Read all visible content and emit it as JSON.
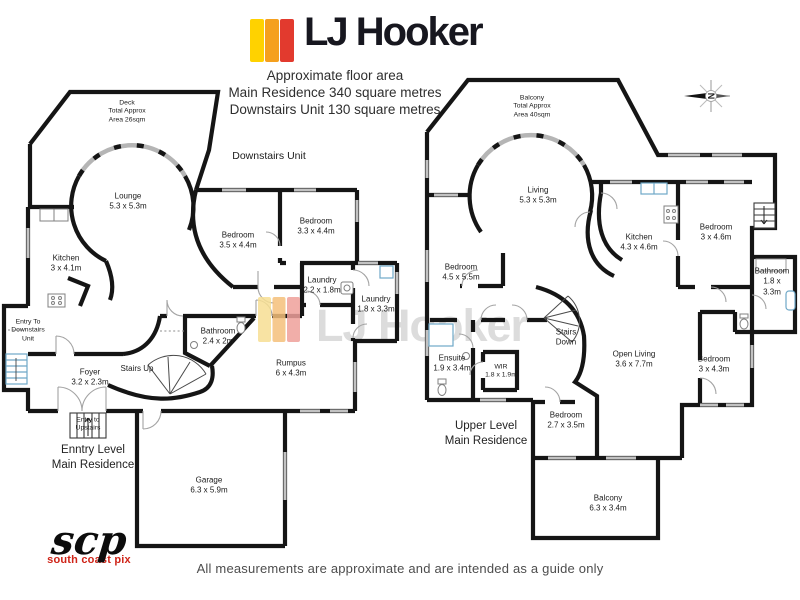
{
  "header": {
    "brand": "LJ Hooker",
    "logo_bar_colors": [
      "#FFD200",
      "#F5A01E",
      "#E23A2E"
    ],
    "subtitle": "Approximate floor area\nMain Residence 340 square metres\nDownstairs Unit 130 square metres"
  },
  "watermark": {
    "text": "LJ Hooker"
  },
  "compass": {
    "direction_label": "N"
  },
  "left_plan": {
    "section_label": "Downstairs Unit",
    "level_label": "Enntry Level\nMain Residence",
    "rooms": [
      {
        "id": "deck",
        "text": "Deck\nTotal Approx\nArea 26sqm"
      },
      {
        "id": "lounge",
        "text": "Lounge\n5.3 x 5.3m"
      },
      {
        "id": "kitchen",
        "text": "Kitchen\n3 x 4.1m"
      },
      {
        "id": "bedroom-a",
        "text": "Bedroom\n3.5 x 4.4m"
      },
      {
        "id": "bedroom-b",
        "text": "Bedroom\n3.3 x 4.4m"
      },
      {
        "id": "laundry-a",
        "text": "Laundry\n2.2 x 1.8m"
      },
      {
        "id": "laundry-b",
        "text": "Laundry\n1.8 x 3.3m"
      },
      {
        "id": "bathroom",
        "text": "Bathroom\n2.4 x 2m"
      },
      {
        "id": "rumpus",
        "text": "Rumpus\n6 x 4.3m"
      },
      {
        "id": "foyer",
        "text": "Foyer\n3.2 x 2.3m"
      },
      {
        "id": "stairs-up",
        "text": "Stairs Up"
      },
      {
        "id": "entry-downstairs",
        "text": "Entry To\nDownstairs\nUnit"
      },
      {
        "id": "entry-upstairs",
        "text": "Entry to\nUpstairs"
      },
      {
        "id": "garage",
        "text": "Garage\n6.3 x 5.9m"
      }
    ]
  },
  "right_plan": {
    "level_label": "Upper Level\nMain Residence",
    "rooms": [
      {
        "id": "balcony-top",
        "text": "Balcony\nTotal Approx\nArea 40sqm"
      },
      {
        "id": "living",
        "text": "Living\n5.3 x 5.3m"
      },
      {
        "id": "kitchen",
        "text": "Kitchen\n4.3 x 4.6m"
      },
      {
        "id": "bedroom-main",
        "text": "Bedroom\n4.5 x 5.5m"
      },
      {
        "id": "bedroom-ne",
        "text": "Bedroom\n3 x 4.6m"
      },
      {
        "id": "bathroom",
        "text": "Bathroom\n1.8 x 3.3m"
      },
      {
        "id": "ensuite",
        "text": "Ensuite\n1.9 x 3.4m"
      },
      {
        "id": "wir",
        "text": "WIR\n1.8 x 1.9m"
      },
      {
        "id": "stairs-down",
        "text": "Stairs\nDown"
      },
      {
        "id": "open-living",
        "text": "Open Living\n3.6 x 7.7m"
      },
      {
        "id": "bedroom-sw",
        "text": "Bedroom\n2.7 x 3.5m"
      },
      {
        "id": "bedroom-se",
        "text": "Bedroom\n3 x 4.3m"
      },
      {
        "id": "balcony-bottom",
        "text": "Balcony\n6.3 x 3.4m"
      }
    ]
  },
  "footer": {
    "disclaimer": "All measurements are approximate and are intended as a guide only",
    "credit": "scp",
    "credit_sub": "south coast pix"
  }
}
